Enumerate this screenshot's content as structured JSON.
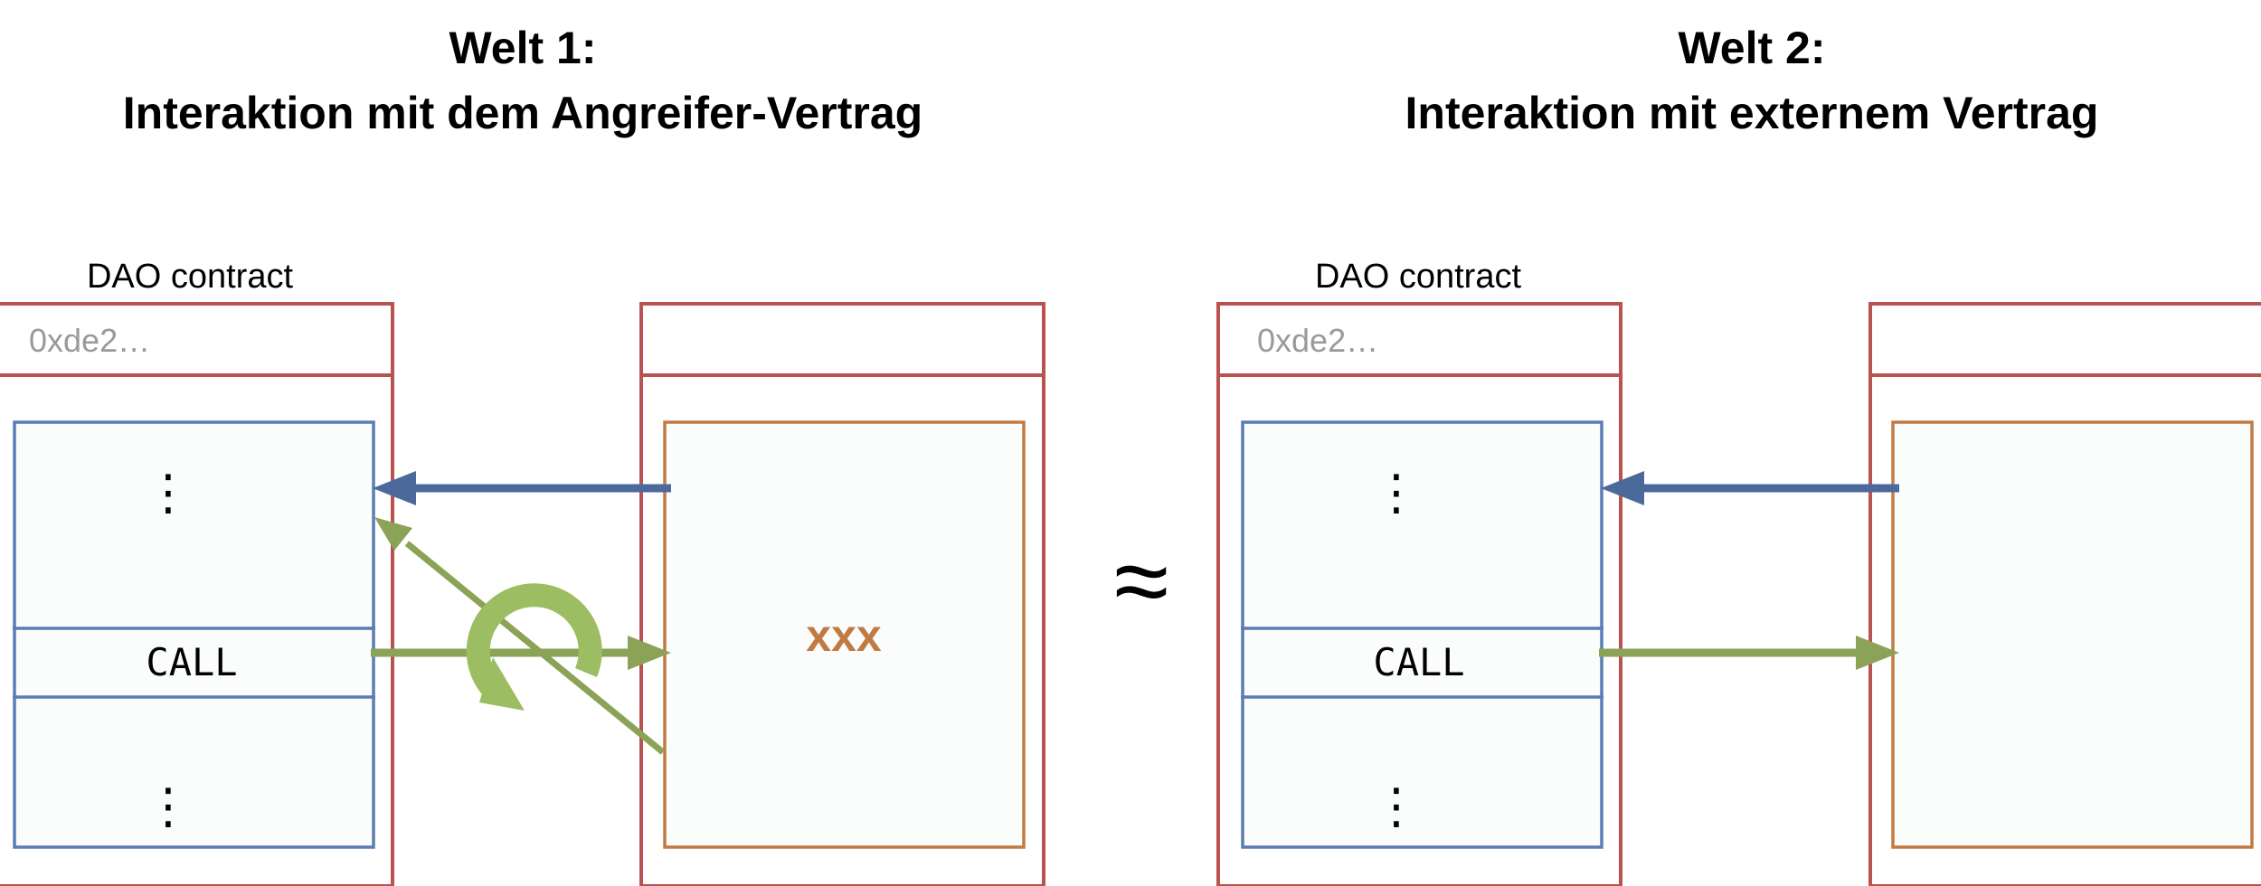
{
  "colors": {
    "frame_red": "#b9534f",
    "stack_blue": "#5b7db3",
    "arrow_blue": "#4b6a9b",
    "code_orange": "#c27a43",
    "arrow_green": "#8aa356",
    "loop_green": "#9dbd63",
    "address_gray": "#9a9a9a",
    "panel_fill": "#fbfdfd"
  },
  "world1": {
    "title_line1": "Welt 1:",
    "title_line2": "Interaktion mit dem Angreifer-Vertrag",
    "contract_label": "DAO contract",
    "address": "0xde2…",
    "stack_top": "⋮",
    "call_label": "CALL",
    "stack_bottom": "⋮",
    "attacker_code": "xxx"
  },
  "approx_symbol": "≈",
  "world2": {
    "title_line1": "Welt 2:",
    "title_line2": "Interaktion mit externem Vertrag",
    "contract_label": "DAO contract",
    "address": "0xde2…",
    "stack_top": "⋮",
    "call_label": "CALL",
    "stack_bottom": "⋮"
  },
  "icons": {
    "reentrancy_loop": "circular-arrow-icon"
  }
}
